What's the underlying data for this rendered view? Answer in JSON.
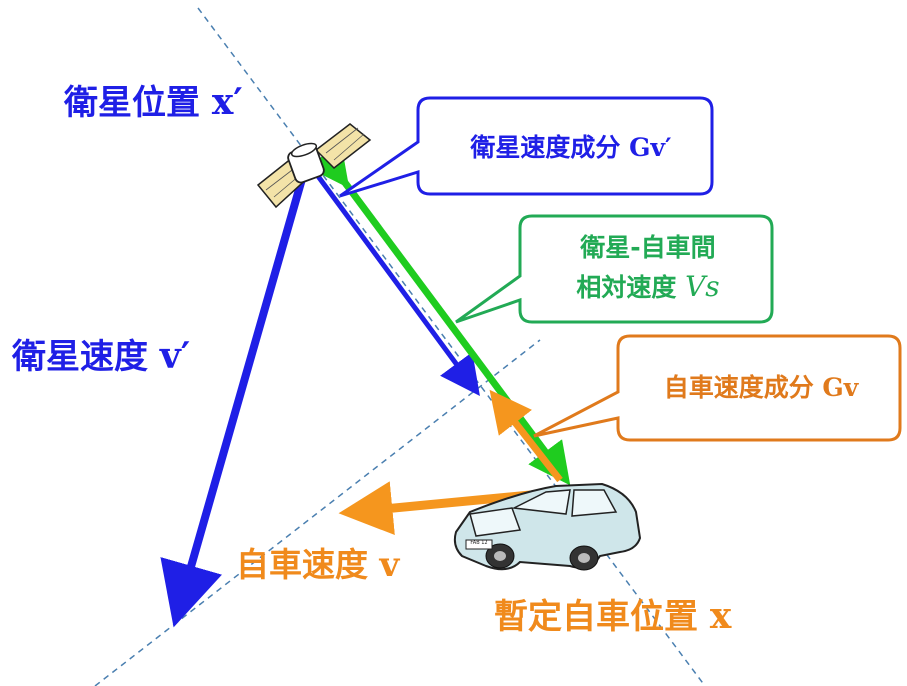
{
  "labels": {
    "sat_pos": {
      "main": "衛星位置",
      "var": "x′"
    },
    "sat_vel": {
      "main": "衛星速度",
      "var": "v′"
    },
    "car_vel": {
      "main": "自車速度",
      "var": "v"
    },
    "tentative_pos": {
      "main": "暫定自車位置",
      "var": "x"
    }
  },
  "callouts": {
    "sat_vel_component": {
      "main": "衛星速度成分",
      "var": "Gv′"
    },
    "relative_vel": {
      "line1": "衛星-自車間",
      "line2": "相対速度",
      "var": "Vs"
    },
    "car_vel_component": {
      "main": "自車速度成分",
      "var": "Gv"
    }
  },
  "plate_text": "FAB 12",
  "colors": {
    "blue": "#1f1fe6",
    "green": "#1fcc1f",
    "orange": "#f5961e",
    "callout_blue": "#1f1fe6",
    "callout_green": "#22aa55",
    "callout_orange": "#e07a1c",
    "dashed_line": "#4a7fb0",
    "car_body": "#cfe6ea",
    "solar_panel": "#f3e3a8"
  },
  "icons": [
    "satellite-icon",
    "car-icon"
  ]
}
